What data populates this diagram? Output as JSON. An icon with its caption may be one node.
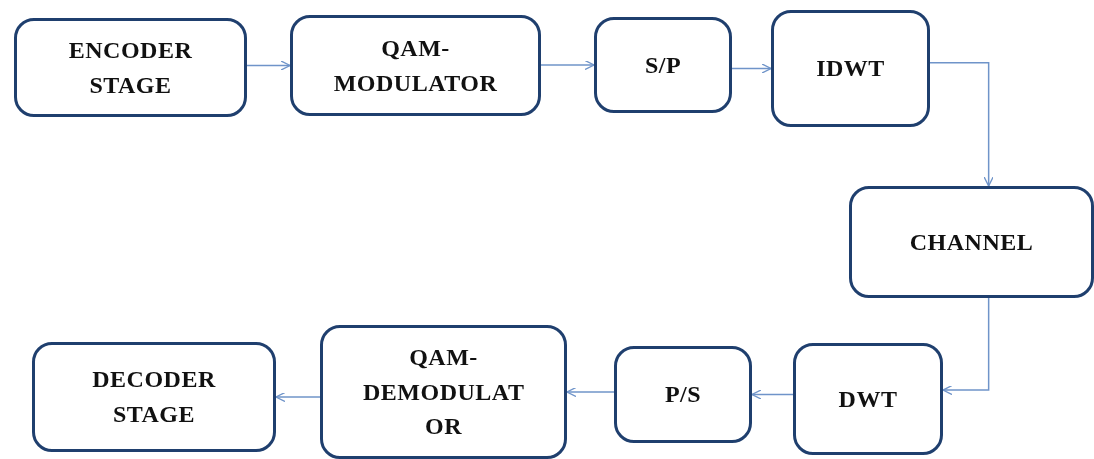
{
  "diagram": {
    "nodes": [
      {
        "text": [
          "ENCODER STAGE"
        ]
      },
      {
        "text": [
          "QAM- MODULATOR"
        ]
      },
      {
        "text": [
          "S/P"
        ]
      },
      {
        "text": [
          "IDWT"
        ]
      },
      {
        "text": [
          "CHANNEL"
        ]
      },
      {
        "text": [
          "DWT"
        ]
      },
      {
        "text": [
          "P/S"
        ]
      },
      {
        "text": [
          "QAM- DEMODULAT OR"
        ]
      },
      {
        "text": [
          "DECODER STAGE"
        ]
      }
    ],
    "edges": [
      {
        "from": 0,
        "to": 1,
        "arrow": "to"
      },
      {
        "from": 1,
        "to": 2,
        "arrow": "to"
      },
      {
        "from": 2,
        "to": 3,
        "arrow": "to"
      },
      {
        "from": 3,
        "to": 4,
        "arrow": "to"
      },
      {
        "from": 4,
        "to": 5,
        "arrow": "to"
      },
      {
        "from": 5,
        "to": 6,
        "arrow": "to"
      },
      {
        "from": 6,
        "to": 7,
        "arrow": "to"
      },
      {
        "from": 7,
        "to": 8,
        "arrow": "to"
      }
    ]
  }
}
